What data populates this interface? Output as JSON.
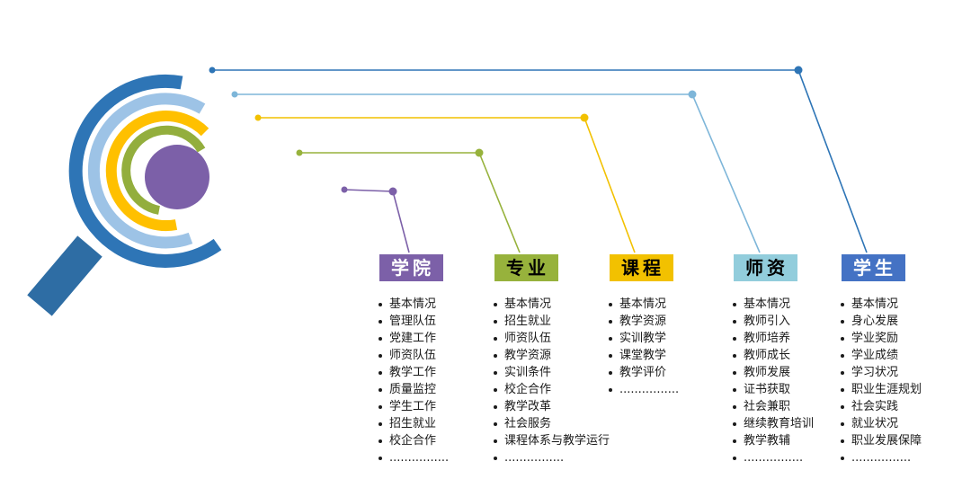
{
  "magnifier": {
    "rings": [
      {
        "name": "outer-ring",
        "color": "#2E75B6"
      },
      {
        "name": "second-ring",
        "color": "#9DC3E6"
      },
      {
        "name": "third-ring",
        "color": "#FFC000"
      },
      {
        "name": "fourth-ring",
        "color": "#93AE3D"
      }
    ],
    "center_color": "#7C60A8",
    "handle_color": "#2E6DA4"
  },
  "categories": [
    {
      "label": "学院",
      "header_bg": "#7C60A8",
      "header_text": "#FFFFFF",
      "line_color": "#7C60A8",
      "items": [
        "基本情况",
        "管理队伍",
        "党建工作",
        "师资队伍",
        "教学工作",
        "质量监控",
        "学生工作",
        "招生就业",
        "校企合作",
        "................"
      ]
    },
    {
      "label": "专业",
      "header_bg": "#97B23C",
      "header_text": "#000000",
      "line_color": "#97B23C",
      "items": [
        "基本情况",
        "招生就业",
        "师资队伍",
        "教学资源",
        "实训条件",
        "校企合作",
        "教学改革",
        "社会服务",
        "课程体系与教学运行",
        "................"
      ]
    },
    {
      "label": "课程",
      "header_bg": "#F2C100",
      "header_text": "#000000",
      "line_color": "#F2C100",
      "items": [
        "基本情况",
        "教学资源",
        "实训教学",
        "课堂教学",
        "教学评价",
        "................"
      ]
    },
    {
      "label": "师资",
      "header_bg": "#92CDDC",
      "header_text": "#000000",
      "line_color": "#7EB6D9",
      "items": [
        "基本情况",
        "教师引入",
        "教师培养",
        "教师成长",
        "教师发展",
        "证书获取",
        "社会兼职",
        "继续教育培训",
        "教学教辅",
        "................"
      ]
    },
    {
      "label": "学生",
      "header_bg": "#4472C4",
      "header_text": "#FFFFFF",
      "line_color": "#2E75B6",
      "items": [
        "基本情况",
        "身心发展",
        "学业奖励",
        "学业成绩",
        "学习状况",
        "职业生涯规划",
        "社会实践",
        "就业状况",
        "职业发展保障",
        "................"
      ]
    }
  ]
}
